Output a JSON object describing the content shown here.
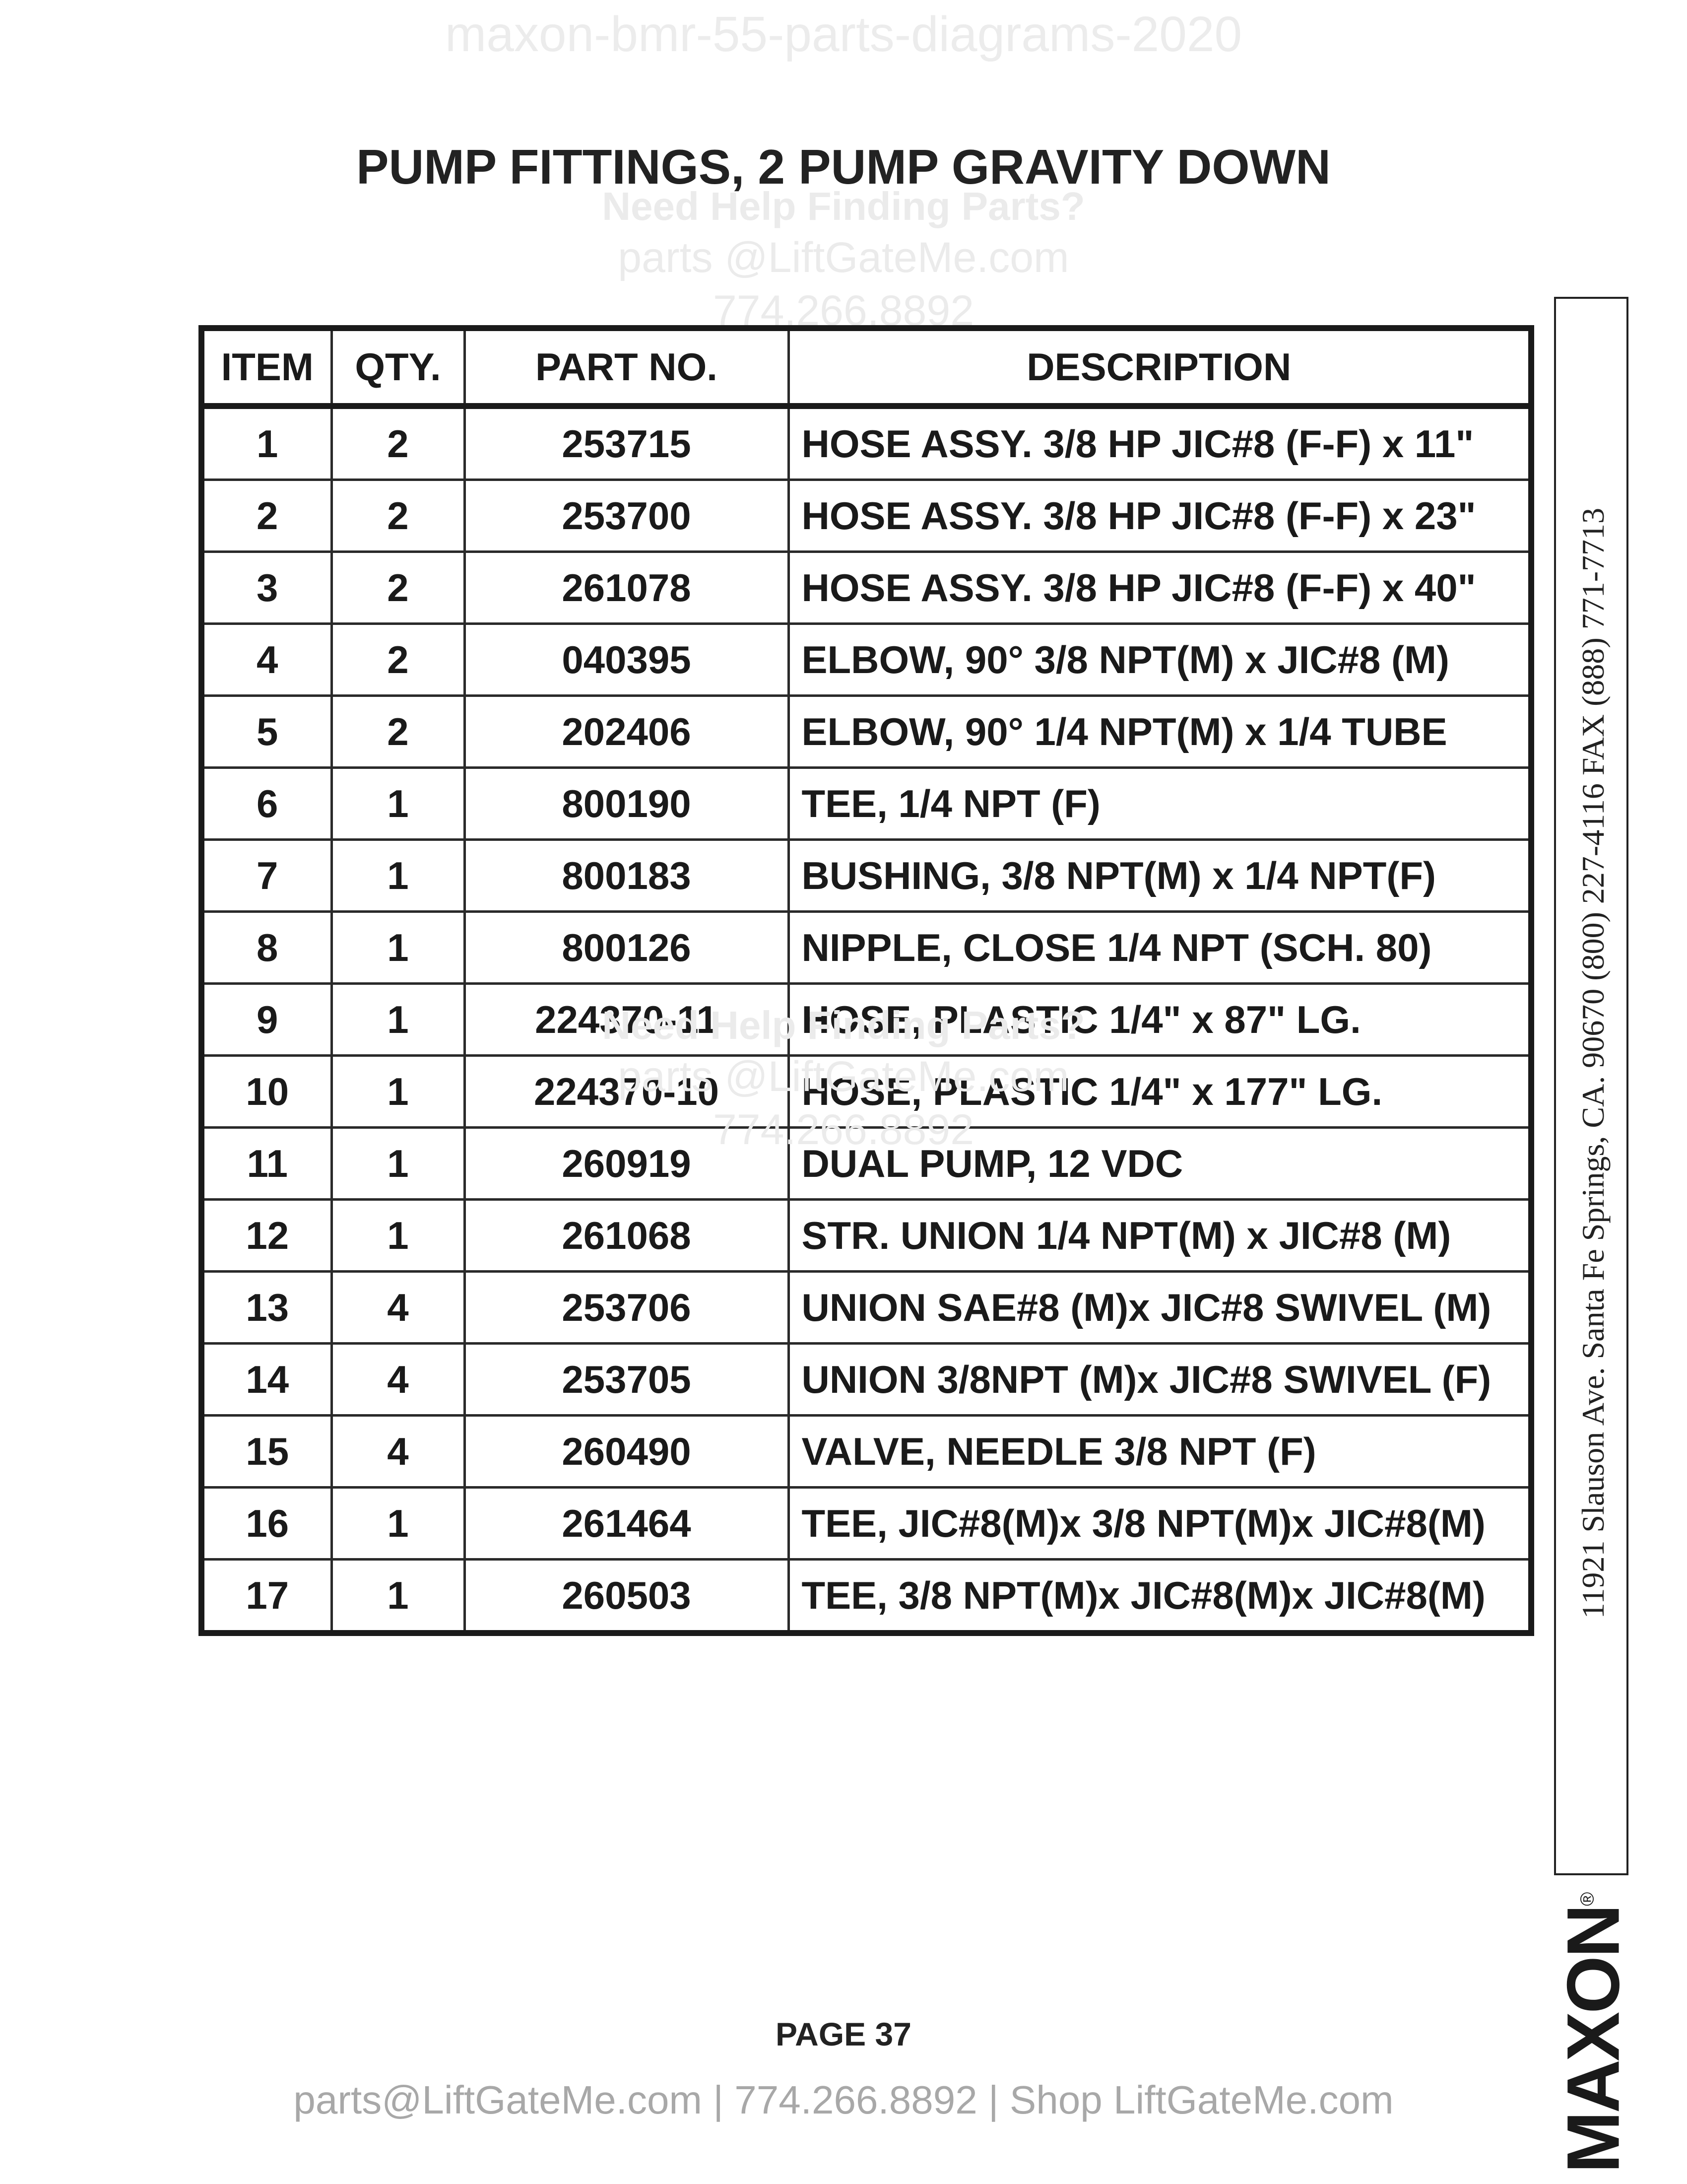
{
  "watermark": {
    "top_text": "maxon-bmr-55-parts-diagrams-2020",
    "help_text": "Need Help Finding Parts?",
    "email": "parts @LiftGateMe.com",
    "phone": "774.266.8892"
  },
  "title": "PUMP FITTINGS, 2 PUMP GRAVITY DOWN",
  "table": {
    "headers": [
      "ITEM",
      "QTY.",
      "PART NO.",
      "DESCRIPTION"
    ],
    "rows": [
      {
        "item": "1",
        "qty": "2",
        "part": "253715",
        "desc": "HOSE ASSY. 3/8 HP JIC#8 (F-F) x 11\""
      },
      {
        "item": "2",
        "qty": "2",
        "part": "253700",
        "desc": "HOSE ASSY. 3/8 HP JIC#8 (F-F) x 23\""
      },
      {
        "item": "3",
        "qty": "2",
        "part": "261078",
        "desc": "HOSE ASSY. 3/8 HP JIC#8 (F-F) x 40\""
      },
      {
        "item": "4",
        "qty": "2",
        "part": "040395",
        "desc": "ELBOW, 90° 3/8 NPT(M) x JIC#8 (M)"
      },
      {
        "item": "5",
        "qty": "2",
        "part": "202406",
        "desc": "ELBOW, 90° 1/4 NPT(M) x 1/4 TUBE"
      },
      {
        "item": "6",
        "qty": "1",
        "part": "800190",
        "desc": "TEE, 1/4 NPT (F)"
      },
      {
        "item": "7",
        "qty": "1",
        "part": "800183",
        "desc": "BUSHING, 3/8 NPT(M) x 1/4 NPT(F)"
      },
      {
        "item": "8",
        "qty": "1",
        "part": "800126",
        "desc": "NIPPLE, CLOSE 1/4 NPT (SCH. 80)"
      },
      {
        "item": "9",
        "qty": "1",
        "part": "224370-11",
        "desc": "HOSE, PLASTIC 1/4\" x 87\" LG."
      },
      {
        "item": "10",
        "qty": "1",
        "part": "224370-10",
        "desc": "HOSE, PLASTIC 1/4\" x 177\" LG."
      },
      {
        "item": "11",
        "qty": "1",
        "part": "260919",
        "desc": "DUAL PUMP, 12 VDC"
      },
      {
        "item": "12",
        "qty": "1",
        "part": "261068",
        "desc": "STR. UNION 1/4 NPT(M) x JIC#8 (M)"
      },
      {
        "item": "13",
        "qty": "4",
        "part": "253706",
        "desc": "UNION SAE#8 (M)x JIC#8 SWIVEL (M)"
      },
      {
        "item": "14",
        "qty": "4",
        "part": "253705",
        "desc": "UNION 3/8NPT (M)x JIC#8 SWIVEL (F)"
      },
      {
        "item": "15",
        "qty": "4",
        "part": "260490",
        "desc": "VALVE, NEEDLE 3/8 NPT (F)"
      },
      {
        "item": "16",
        "qty": "1",
        "part": "261464",
        "desc": "TEE, JIC#8(M)x 3/8 NPT(M)x JIC#8(M)"
      },
      {
        "item": "17",
        "qty": "1",
        "part": "260503",
        "desc": "TEE, 3/8 NPT(M)x JIC#8(M)x JIC#8(M)"
      }
    ]
  },
  "sidebar": {
    "address": "11921 Slauson Ave.   Santa Fe Springs, CA.   90670   (800) 227-4116   FAX (888) 771-7713",
    "logo": "MAXON",
    "registered": "®"
  },
  "page_label": "PAGE 37",
  "footer": "parts@LiftGateMe.com | 774.266.8892 | Shop LiftGateMe.com"
}
